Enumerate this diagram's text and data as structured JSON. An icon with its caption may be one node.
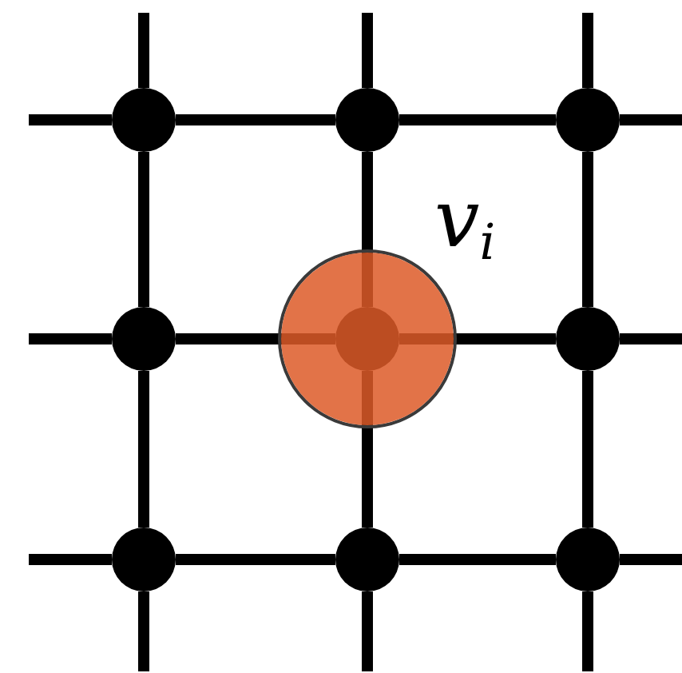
{
  "diagram": {
    "nodes": [
      {
        "text": [],
        "shape": "circle"
      },
      {
        "text": [],
        "shape": "circle"
      },
      {
        "text": [],
        "shape": "circle"
      },
      {
        "text": [],
        "shape": "circle"
      },
      {
        "text": [],
        "shape": "circle",
        "beside": [
          "v$_{i}$"
        ]
      },
      {
        "text": [],
        "shape": "circle",
        "in": 4
      },
      {
        "text": [],
        "shape": "circle"
      },
      {
        "text": [],
        "shape": "circle"
      },
      {
        "text": [],
        "shape": "circle"
      },
      {
        "text": [],
        "shape": "circle"
      }
    ],
    "edges": [
      {
        "from": 0,
        "to": 1,
        "arrow": "none"
      },
      {
        "from": 1,
        "to": 2,
        "arrow": "none"
      },
      {
        "from": 3,
        "to": 5,
        "arrow": "none"
      },
      {
        "from": 5,
        "to": 6,
        "arrow": "none"
      },
      {
        "from": 7,
        "to": 8,
        "arrow": "none"
      },
      {
        "from": 8,
        "to": 9,
        "arrow": "none"
      },
      {
        "from": 0,
        "to": 3,
        "arrow": "none"
      },
      {
        "from": 3,
        "to": 7,
        "arrow": "none"
      },
      {
        "from": 1,
        "to": 5,
        "arrow": "none"
      },
      {
        "from": 5,
        "to": 8,
        "arrow": "none"
      },
      {
        "from": 2,
        "to": 6,
        "arrow": "none"
      },
      {
        "from": 6,
        "to": 9,
        "arrow": "none"
      },
      {
        "from": null,
        "to": 0,
        "arrow": "none"
      },
      {
        "from": null,
        "to": 1,
        "arrow": "none"
      },
      {
        "from": null,
        "to": 2,
        "arrow": "none"
      },
      {
        "from": null,
        "to": 0,
        "arrow": "none"
      },
      {
        "from": null,
        "to": 3,
        "arrow": "none"
      },
      {
        "from": null,
        "to": 7,
        "arrow": "none"
      },
      {
        "from": null,
        "to": 2,
        "arrow": "none"
      },
      {
        "from": null,
        "to": 6,
        "arrow": "none"
      },
      {
        "from": null,
        "to": 9,
        "arrow": "none"
      },
      {
        "from": null,
        "to": 7,
        "arrow": "none"
      },
      {
        "from": null,
        "to": 8,
        "arrow": "none"
      },
      {
        "from": null,
        "to": 9,
        "arrow": "none"
      }
    ]
  }
}
